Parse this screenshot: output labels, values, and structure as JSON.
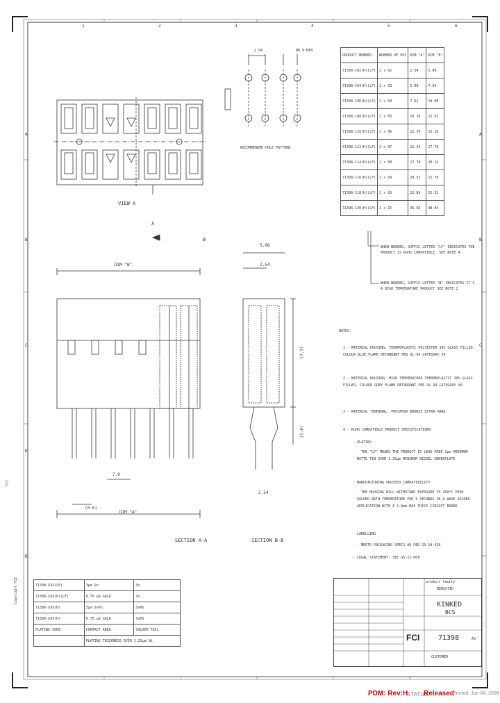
{
  "frame": {
    "top_zones": [
      "1",
      "2",
      "3",
      "4",
      "5",
      "6"
    ],
    "side_zones": [
      "A",
      "B",
      "C",
      "D",
      "E"
    ]
  },
  "view_a": {
    "label": "VIEW A",
    "arrow": "A"
  },
  "hole_pattern": {
    "label": "RECOMMENDED HOLE PATTERN",
    "pitch": "2.54",
    "dia": "Ø0.9 MIN",
    "row": "2.54"
  },
  "product_table": {
    "headers": [
      "PRODUCT NUMBER",
      "NUMBER OF POS",
      "DIM \"A\"",
      "DIM \"B\""
    ],
    "rows": [
      [
        "71398-102(H)(LF)",
        "2 x 02",
        "2.54",
        "5.08"
      ],
      [
        "71398-104(H)(LF)",
        "2 x 03",
        "5.08",
        "7.54"
      ],
      [
        "71398-106(H)(LF)",
        "2 x 04",
        "7.62",
        "10.08"
      ],
      [
        "71398-108(H)(LF)",
        "2 x 05",
        "10.16",
        "12.62"
      ],
      [
        "71398-110(H)(LF)",
        "2 x 06",
        "12.70",
        "15.16"
      ],
      [
        "71398-112(H)(LF)",
        "2 x 07",
        "15.24",
        "17.70"
      ],
      [
        "71398-114(H)(LF)",
        "2 x 08",
        "17.78",
        "20.24"
      ],
      [
        "71398-116(H)(LF)",
        "2 x 09",
        "20.32",
        "22.78"
      ],
      [
        "71398-118(H)(LF)",
        "2 x 10",
        "22.86",
        "25.32"
      ],
      [
        "71398-130(H)(LF)",
        "2 x 15",
        "35.56",
        "38.04"
      ]
    ]
  },
  "suffix_notes": [
    "WHEN NEEDED, SUFFIX LETTER \"LF\" INDICATES THE PRODUCT IS RoHS COMPATIBLE. SEE NOTE 4",
    "WHEN NEEDED, SUFFIX LETTER \"H\" INDICATES IT'S A HIGH TEMPERATURE PRODUCT SEE NOTE 2"
  ],
  "notes": {
    "title": "NOTES:",
    "items": [
      "1 - MATERIAL HOUSING: THERMOPLASTIC POLYESTER 30% GLASS FILLED, COLOUR BLUE FLAME RETARDANT PER UL-94 CATEGORY V0",
      "2 - MATERIAL HOUSING: HIGH TEMPERATURE THERMOPLASTIC 30% GLASS FILLED, COLOUR GREY FLAME RETARDANT PER UL-94 CATEGORY V0",
      "3 - MATERIAL TERMINAL: PHOSPHOR BRONZE EXTRA HARD",
      "4 - RoHS COMPATIBLE PRODUCT SPECIFICATIONS",
      "- PLATING",
      "- THE \"LF\" MEANS THE PRODUCT IS LEAD-FREE 2µm MINIMUM MATTE TIN OVER 1.25µm MINIMUM NICKEL UNDERPLATE",
      "- MANUFACTURING PROCESS COMPATIBILITY",
      "- THE HOUSING WILL WITHSTAND EXPOSURE TO 260°C PEAK SOLDER BATH TEMPERATURE FOR 5 SECONDS IN A WAVE SOLDER APPLICATION WITH A 1.6mm MAX THICK CIRCUIT BOARD",
      "- LABELLING",
      "- MEETS PACKAGING SPECS AS PER GS-14-420",
      "- LEGAL STATEMENT: SEE GS-22-008"
    ]
  },
  "sections": {
    "aa": "SECTION A-A",
    "bb": "SECTION B-B",
    "view_b": "B",
    "dim_b": "DIM \"B\"",
    "dim_a": "DIM \"A\"",
    "d508": "5.08",
    "d254": "2.54",
    "d254b": "2.54",
    "d79": "7.9",
    "d06": "(0.6)",
    "d73": "(7.3)",
    "d30": "(3.0)"
  },
  "plating": {
    "rows": [
      [
        "71398-XXX(LF)",
        "3µm Sn",
        "Sn"
      ],
      [
        "71398-XXX(H)(LF)",
        "0.75 µm GOLD",
        "Sn"
      ],
      [
        "71398-XXX(H)",
        "3µm SnPb",
        "SnPb"
      ],
      [
        "71398-XXX(H)",
        "0.75 µm GOLD",
        "SnPb"
      ]
    ],
    "header": [
      "PLATING CODE",
      "CONTACT AREA",
      "SOLDER TAIL"
    ],
    "footer": "PLATING THICKNESS OVER 1.25µm Ni"
  },
  "title_block": {
    "title": "KINKED",
    "subtitle": "BCS",
    "part": "71398",
    "size": "A3",
    "company": "FCI",
    "customer": "CUSTOMER",
    "product_family": "product family",
    "family_value": "BERGSTIK"
  },
  "left_margin": {
    "copyright": "Copyright FCI",
    "fci": "FCI"
  },
  "footer": {
    "pdm": "PDM: Rev:H",
    "status_label": "STATUS:",
    "status": "Released",
    "printed": "Printed: Jun 04, 2008"
  }
}
